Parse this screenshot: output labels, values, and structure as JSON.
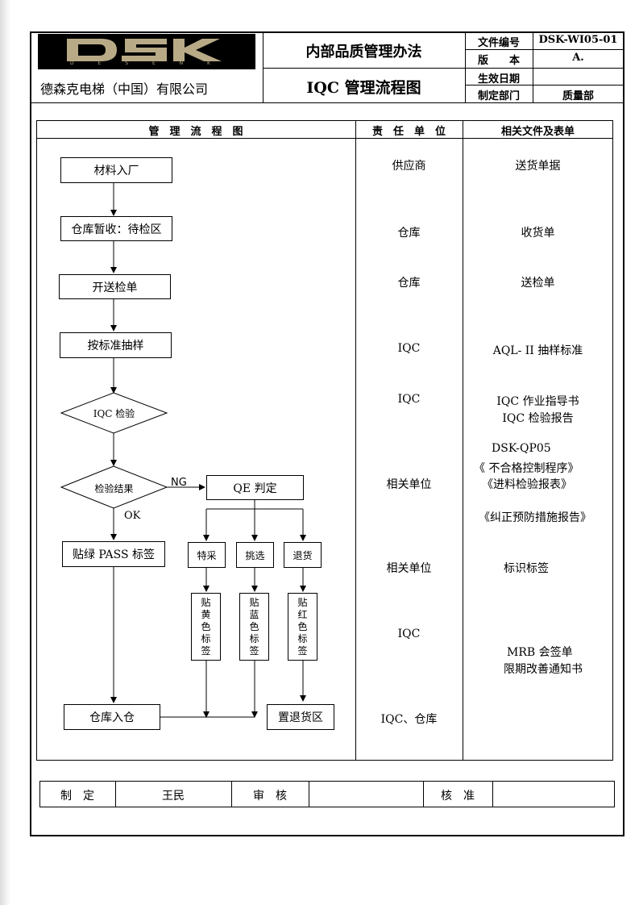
{
  "header": {
    "logo_text": "DSK",
    "logo_sub": "D E S E N K",
    "company": "德森克电梯（中国）有限公司",
    "title_main": "内部品质管理办法",
    "title_sub": "IQC 管理流程图",
    "meta": [
      {
        "label": "文件编号",
        "value": "DSK-WI05-01"
      },
      {
        "label": "版　　本",
        "value": "A."
      },
      {
        "label": "生效日期",
        "value": ""
      },
      {
        "label": "制定部门",
        "value": "质量部"
      }
    ]
  },
  "columns": {
    "flow": "管　理　流　程　图",
    "responsible": "责　任　单　位",
    "documents": "相关文件及表单"
  },
  "flow": {
    "step1": "材料入厂",
    "step2": "仓库暂收：待检区",
    "step3": "开送检单",
    "step4": "按标准抽样",
    "step5": "IQC 检验",
    "step6": "检验结果",
    "ng": "NG",
    "ok": "OK",
    "qe": "QE 判定",
    "pass": "贴绿 PASS 标签",
    "special": "特采",
    "pick": "挑选",
    "return": "退货",
    "yellow": [
      "贴",
      "黄",
      "色",
      "标",
      "签"
    ],
    "blue": [
      "贴",
      "蓝",
      "色",
      "标",
      "签"
    ],
    "red": [
      "贴",
      "红",
      "色",
      "标",
      "签"
    ],
    "warehouse_in": "仓库入仓",
    "return_area": "置退货区"
  },
  "responsible": [
    "供应商",
    "仓库",
    "仓库",
    "IQC",
    "IQC",
    "相关单位",
    "相关单位",
    "IQC",
    "IQC、仓库"
  ],
  "documents": {
    "d1": "送货单据",
    "d2": "收货单",
    "d3": "送检单",
    "d4": "AQL- II 抽样标准",
    "d5a": "IQC 作业指导书",
    "d5b": "IQC 检验报告",
    "d6a": "DSK-QP05",
    "d6b": "《 不合格控制程序》",
    "d6c": "《进料检验报表》",
    "d6d": "《纠正预防措施报告》",
    "d7": "标识标签",
    "d8a": "MRB 会签单",
    "d8b": "限期改善通知书"
  },
  "signoff": {
    "made_label": "制　定",
    "made_value": "王民",
    "review_label": "审　核",
    "review_value": "",
    "approve_label": "核　准",
    "approve_value": ""
  }
}
